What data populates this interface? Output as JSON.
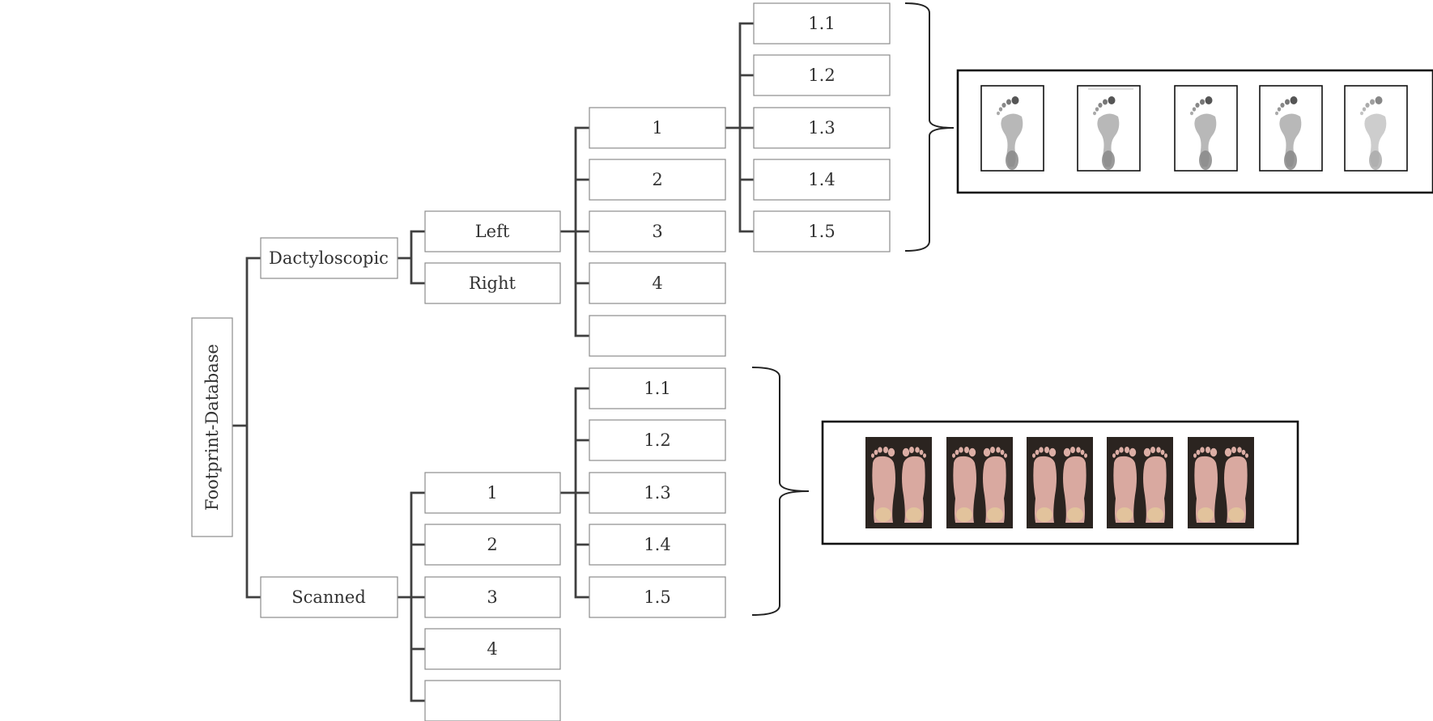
{
  "root": {
    "label": "Footprint-Database"
  },
  "dactyloscopic": {
    "label": "Dactyloscopic",
    "sides": {
      "left": "Left",
      "right": "Right"
    },
    "subjects": [
      "1",
      "2",
      "3",
      "4",
      ""
    ],
    "samples": [
      "1.1",
      "1.2",
      "1.3",
      "1.4",
      "1.5"
    ]
  },
  "scanned": {
    "label": "Scanned",
    "subjects": [
      "1",
      "2",
      "3",
      "4",
      ""
    ],
    "samples": [
      "1.1",
      "1.2",
      "1.3",
      "1.4",
      "1.5"
    ]
  },
  "ink_print_images": [
    "ink-footprint-1",
    "ink-footprint-2",
    "ink-footprint-3",
    "ink-footprint-4",
    "ink-footprint-5"
  ],
  "scanned_images": [
    "scanned-feet-1",
    "scanned-feet-2",
    "scanned-feet-3",
    "scanned-feet-4",
    "scanned-feet-5"
  ]
}
